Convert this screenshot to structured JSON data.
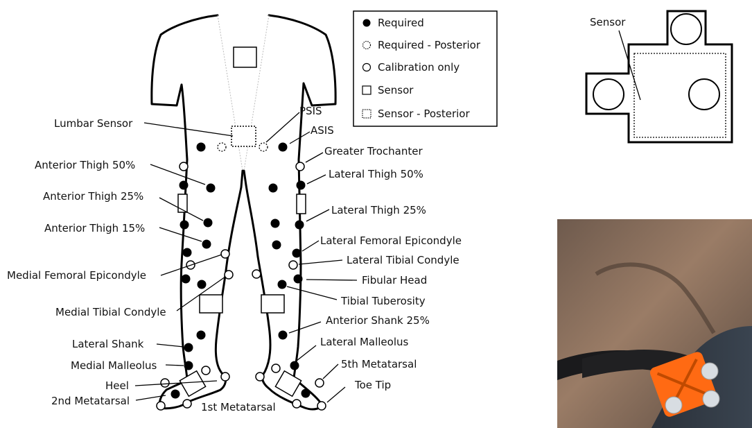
{
  "legend": {
    "items": [
      {
        "label": "Required",
        "marker": "filled-circle"
      },
      {
        "label": "Required - Posterior",
        "marker": "dotted-circle"
      },
      {
        "label": "Calibration only",
        "marker": "open-circle"
      },
      {
        "label": "Sensor",
        "marker": "open-square"
      },
      {
        "label": "Sensor - Posterior",
        "marker": "dotted-square"
      }
    ]
  },
  "labels": {
    "lumbar_sensor": "Lumbar Sensor",
    "psis": "PSIS",
    "asis": "ASIS",
    "greater_trochanter": "Greater Trochanter",
    "anterior_thigh_50": "Anterior Thigh 50%",
    "lateral_thigh_50": "Lateral Thigh 50%",
    "anterior_thigh_25": "Anterior Thigh 25%",
    "lateral_thigh_25": "Lateral Thigh 25%",
    "anterior_thigh_15": "Anterior Thigh 15%",
    "lateral_femoral_epicondyle": "Lateral Femoral Epicondyle",
    "lateral_tibial_condyle": "Lateral Tibial Condyle",
    "medial_femoral_epicondyle": "Medial Femoral Epicondyle",
    "fibular_head": "Fibular Head",
    "tibial_tuberosity": "Tibial Tuberosity",
    "medial_tibial_condyle": "Medial Tibial Condyle",
    "anterior_shank_25": "Anterior Shank 25%",
    "lateral_shank": "Lateral Shank",
    "lateral_malleolus": "Lateral Malleolus",
    "medial_malleolus": "Medial Malleolus",
    "fifth_metatarsal": "5th Metatarsal",
    "heel": "Heel",
    "toe_tip": "Toe Tip",
    "second_metatarsal": "2nd Metatarsal",
    "first_metatarsal": "1st Metatarsal"
  },
  "sensor_diagram": {
    "label": "Sensor"
  },
  "photo": {
    "description_icon": "photo-of-orange-sensor-on-thigh-strap"
  }
}
